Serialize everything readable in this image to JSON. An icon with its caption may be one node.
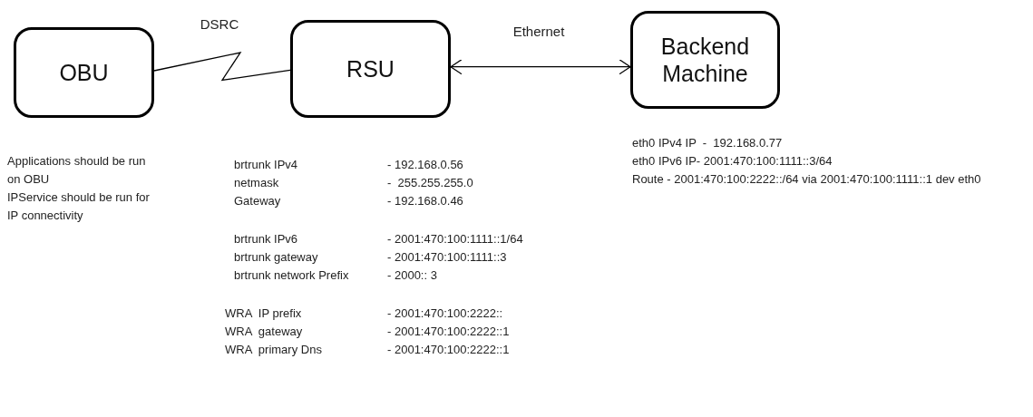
{
  "diagram": {
    "nodes": [
      {
        "text": [
          "OBU"
        ]
      },
      {
        "text": [
          "RSU"
        ]
      },
      {
        "text": [
          "Backend Machine"
        ]
      }
    ],
    "edges": [
      {
        "from": 0,
        "to": 1,
        "arrow": "none",
        "label": "DSRC"
      },
      {
        "from": 1,
        "to": 2,
        "arrow": "both",
        "label": "Ethernet"
      }
    ],
    "labels": [
      "Applications should be run on OBU",
      "IPService should be run for IP connectivity",
      "brtrunk IPv4",
      "- 192.168.0.56",
      "netmask",
      "-  255.255.255.0",
      "Gateway",
      "- 192.168.0.46",
      "brtrunk IPv6",
      "- 2001:470:100:1111::1/64",
      "brtrunk gateway",
      "- 2001:470:100:1111::3",
      "brtrunk network Prefix",
      "- 2000:: 3",
      "WRA  IP prefix",
      "- 2001:470:100:2222::",
      "WRA  gateway",
      "- 2001:470:100:2222::1",
      "WRA  primary Dns",
      "- 2001:470:100:2222::1",
      "eth0 IPv4 IP  -  192.168.0.77",
      "eth0 IPv6 IP- 2001:470:100:1111::3/64",
      "Route - 2001:470:100:2222::/64 via 2001:470:100:1111::1 dev eth0"
    ]
  }
}
